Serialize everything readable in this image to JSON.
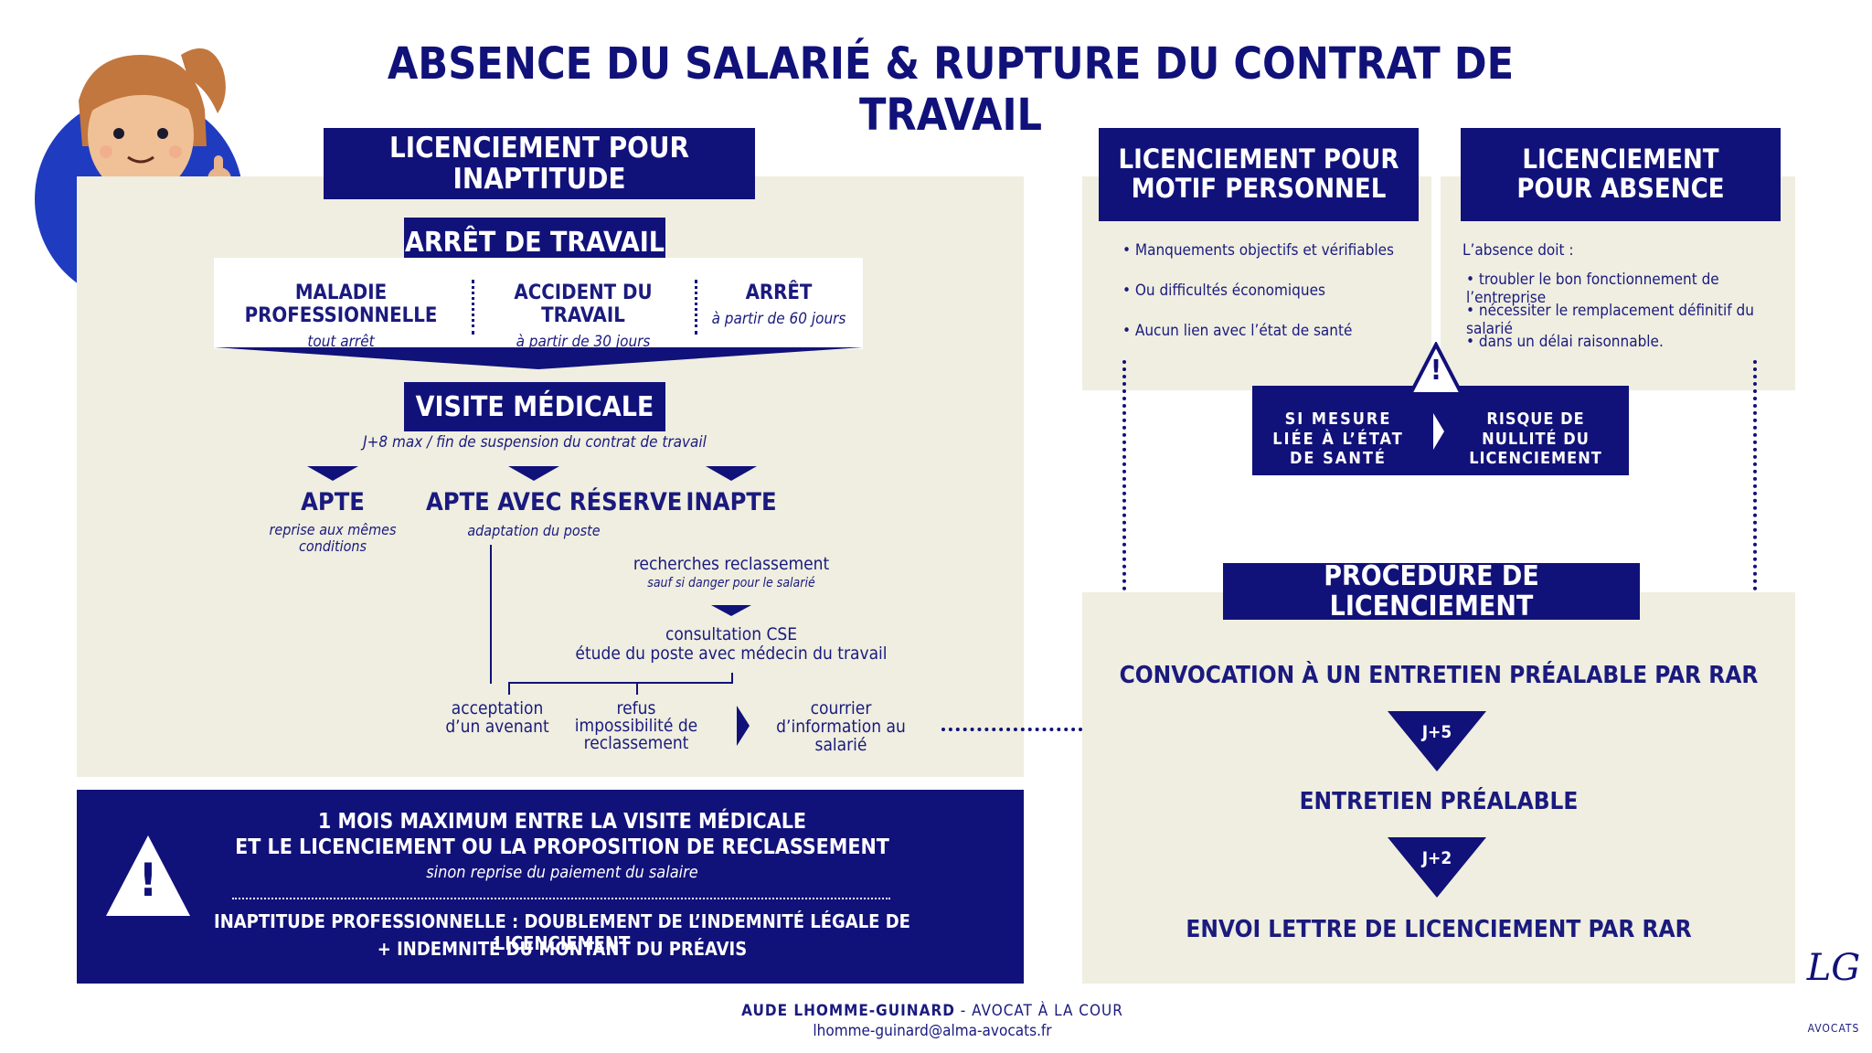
{
  "title": "ABSENCE DU SALARIÉ & RUPTURE DU CONTRAT DE TRAVAIL",
  "inaptitude": {
    "header": "LICENCIEMENT POUR INAPTITUDE",
    "arret_header": "ARRÊT DE TRAVAIL",
    "causes": [
      {
        "label": "MALADIE PROFESSIONNELLE",
        "sub": "tout arrêt"
      },
      {
        "label": "ACCIDENT DU TRAVAIL",
        "sub": "à partir de 30 jours"
      },
      {
        "label": "ARRÊT",
        "sub": "à partir de 60 jours"
      }
    ],
    "visite_header": "VISITE MÉDICALE",
    "visite_sub": "J+8 max / fin de suspension du contrat de travail",
    "outcomes": [
      {
        "label": "APTE",
        "sub": "reprise aux mêmes conditions"
      },
      {
        "label": "APTE AVEC RÉSERVE",
        "sub": "adaptation du poste"
      },
      {
        "label": "INAPTE",
        "sub": ""
      }
    ],
    "recherches": "recherches reclassement",
    "recherches_sub": "sauf si danger pour le salarié",
    "consultation_1": "consultation CSE",
    "consultation_2": "étude du poste avec médecin du travail",
    "acceptation": "acceptation d’un avenant",
    "refus": "refus impossibilité de reclassement",
    "courrier": "courrier d’information au salarié"
  },
  "warning": {
    "line1": "1 MOIS MAXIMUM ENTRE LA VISITE MÉDICALE",
    "line2": "ET LE LICENCIEMENT OU LA PROPOSITION DE RECLASSEMENT",
    "sub": "sinon reprise du paiement du salaire",
    "line3": "INAPTITUDE PROFESSIONNELLE : DOUBLEMENT DE L’INDEMNITÉ LÉGALE DE LICENCIEMENT",
    "line4": "+ INDEMNITÉ DU MONTANT DU PRÉAVIS",
    "icon_mark": "!"
  },
  "personnel": {
    "header": "LICENCIEMENT POUR MOTIF PERSONNEL",
    "items": [
      "• Manquements objectifs et vérifiables",
      "• Ou difficultés économiques",
      "• Aucun lien avec l’état de santé"
    ]
  },
  "absence": {
    "header": "LICENCIEMENT POUR ABSENCE",
    "intro": "L’absence doit :",
    "items": [
      "• troubler le bon fonctionnement de l’entreprise",
      "• nécessiter le remplacement définitif du salarié",
      "• dans un délai raisonnable."
    ]
  },
  "mesure": {
    "left": "SI MESURE LIÉE À L’ÉTAT DE SANTÉ",
    "right": "RISQUE DE NULLITÉ DU LICENCIEMENT",
    "icon_mark": "!"
  },
  "procedure": {
    "header": "PROCÉDURE DE LICENCIEMENT",
    "step1": "CONVOCATION À UN ENTRETIEN PRÉALABLE PAR RAR",
    "delay1": "J+5",
    "step2": "ENTRETIEN PRÉALABLE",
    "delay2": "J+2",
    "step3": "ENVOI LETTRE DE LICENCIEMENT PAR RAR"
  },
  "footer": {
    "author": "AUDE LHOMME-GUINARD",
    "role": " - AVOCAT À LA COUR",
    "email": "lhomme-guinard@alma-avocats.fr",
    "logo_text": "AVOCATS",
    "logo_mark": "LG"
  },
  "colors": {
    "navy": "#11117a",
    "beige": "#efeee0",
    "circle": "#1f3cc0"
  }
}
